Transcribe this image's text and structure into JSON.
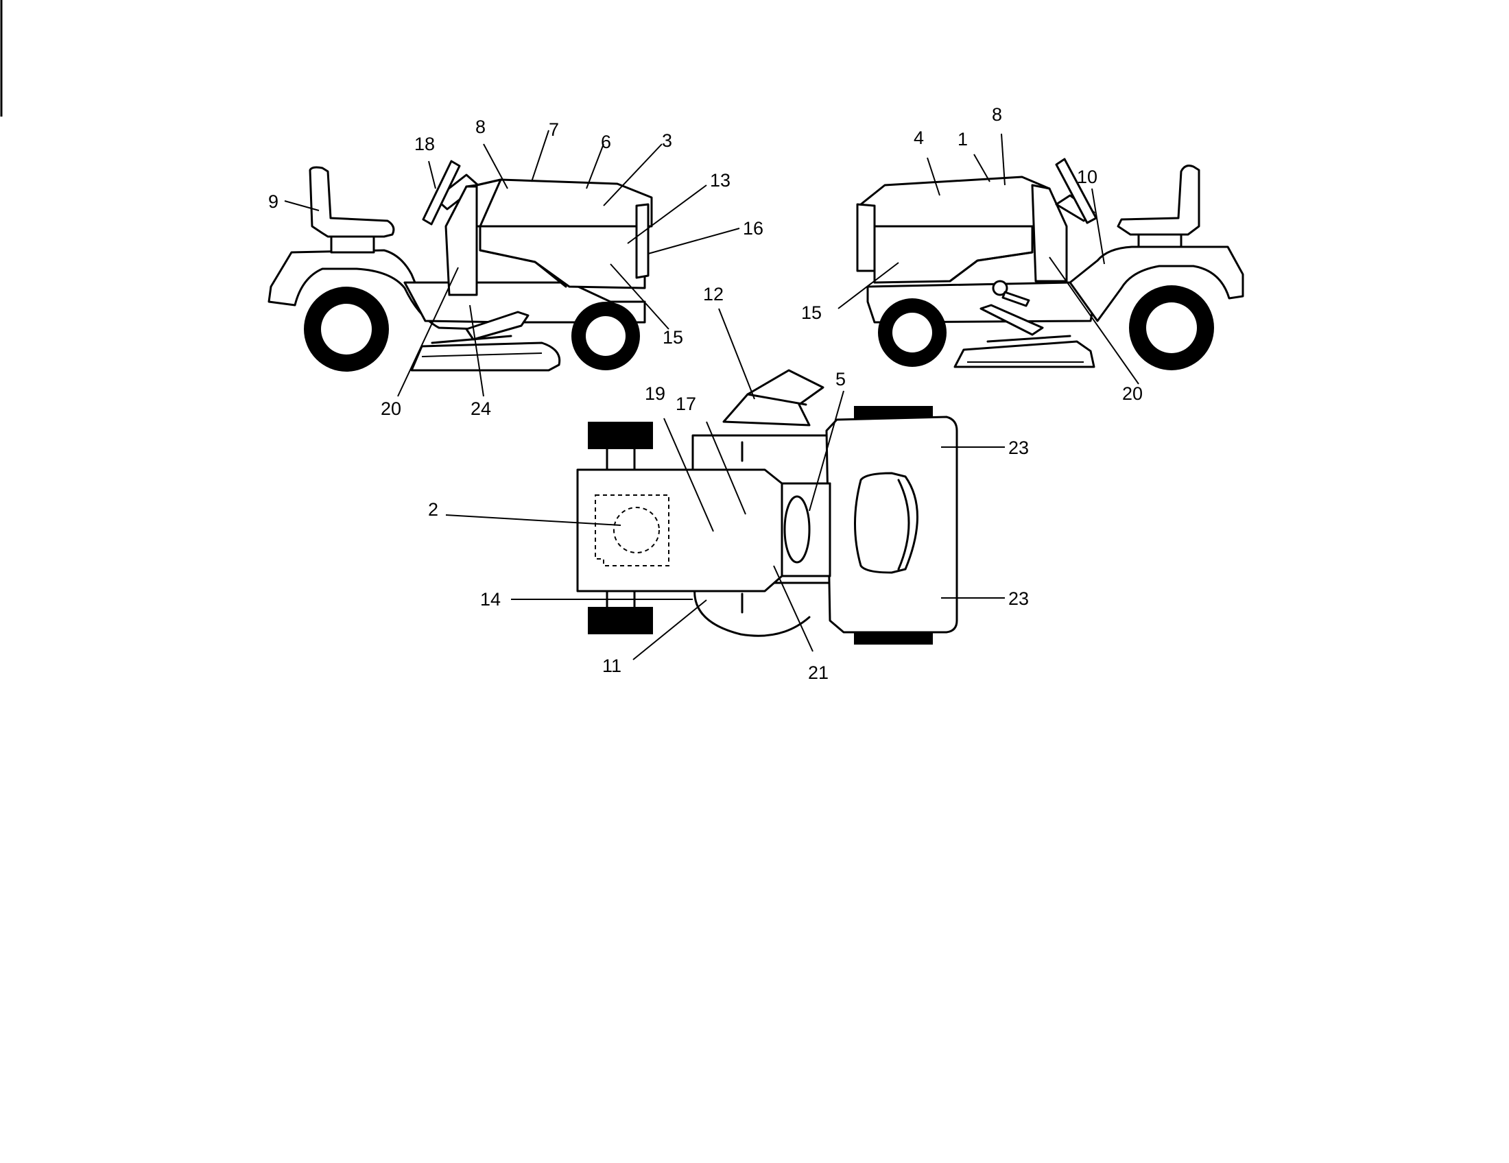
{
  "callouts": {
    "left_view": [
      "9",
      "18",
      "8",
      "7",
      "6",
      "3",
      "13",
      "16",
      "15",
      "20",
      "24"
    ],
    "right_view": [
      "4",
      "1",
      "8",
      "10",
      "15",
      "20"
    ],
    "top_view": [
      "12",
      "19",
      "17",
      "5",
      "23",
      "2",
      "14",
      "11",
      "21",
      "23"
    ]
  }
}
